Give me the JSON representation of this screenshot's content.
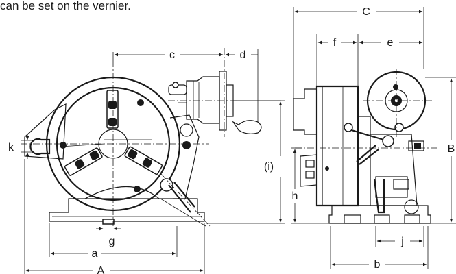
{
  "caption": "can be set on the vernier.",
  "labels": {
    "A": "A",
    "a": "a",
    "g": "g",
    "k": "k",
    "c": "c",
    "d": "d",
    "C": "C",
    "f": "f",
    "e": "e",
    "B": "B",
    "i": "(i)",
    "h": "h",
    "j": "j",
    "b": "b"
  }
}
